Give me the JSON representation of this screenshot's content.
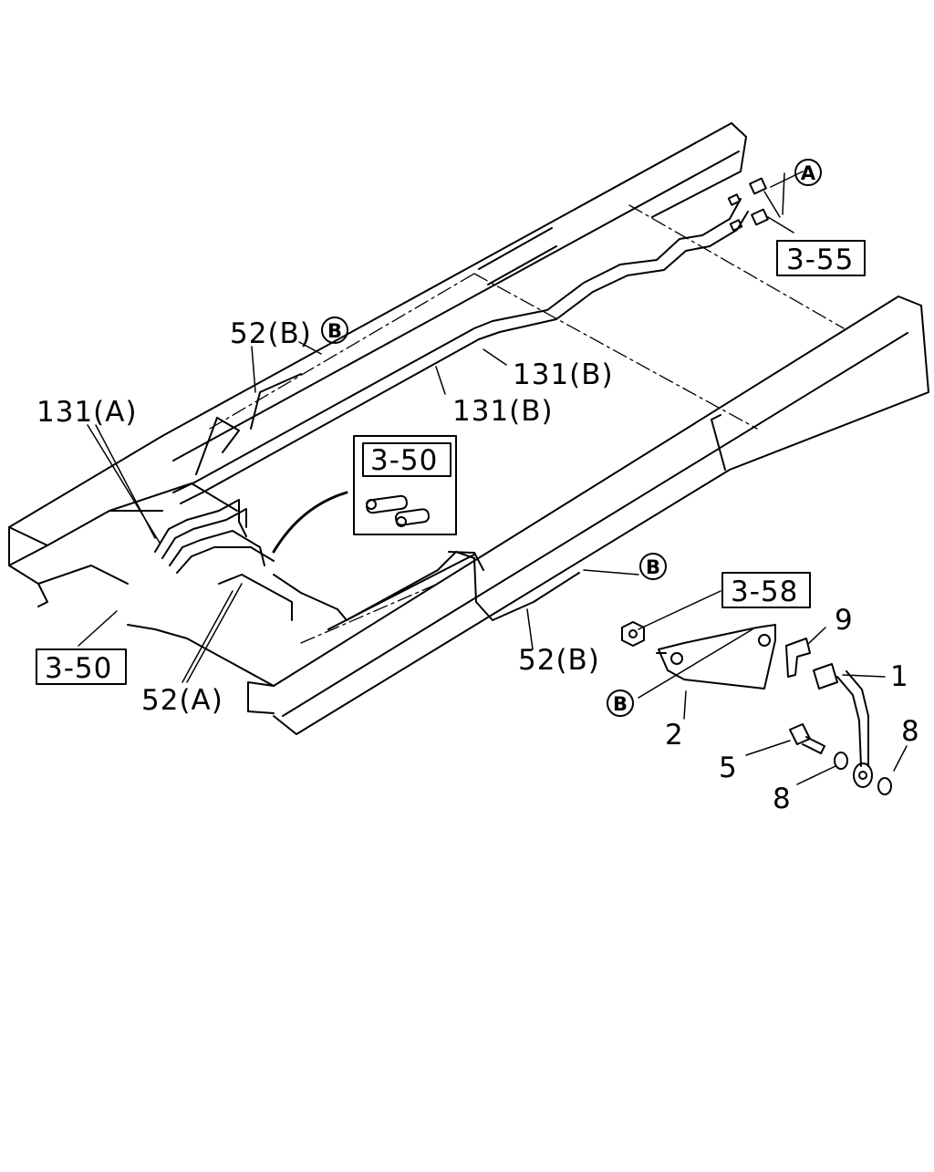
{
  "callouts": {
    "c52b_top": "52(B)",
    "c131a": "131(A)",
    "c131b_right": "131(B)",
    "c131b_mid": "131(B)",
    "c52a": "52(A)",
    "c52b_bottom": "52(B)",
    "n9": "9",
    "n1": "1",
    "n2": "2",
    "n5": "5",
    "n8_left": "8",
    "n8_right": "8"
  },
  "references": {
    "r355": "3-55",
    "r350_inset": "3-50",
    "r350_bottom": "3-50",
    "r358": "3-58"
  },
  "markers": {
    "a": "A",
    "b_top": "B",
    "b_right": "B",
    "b_bottom": "B"
  }
}
